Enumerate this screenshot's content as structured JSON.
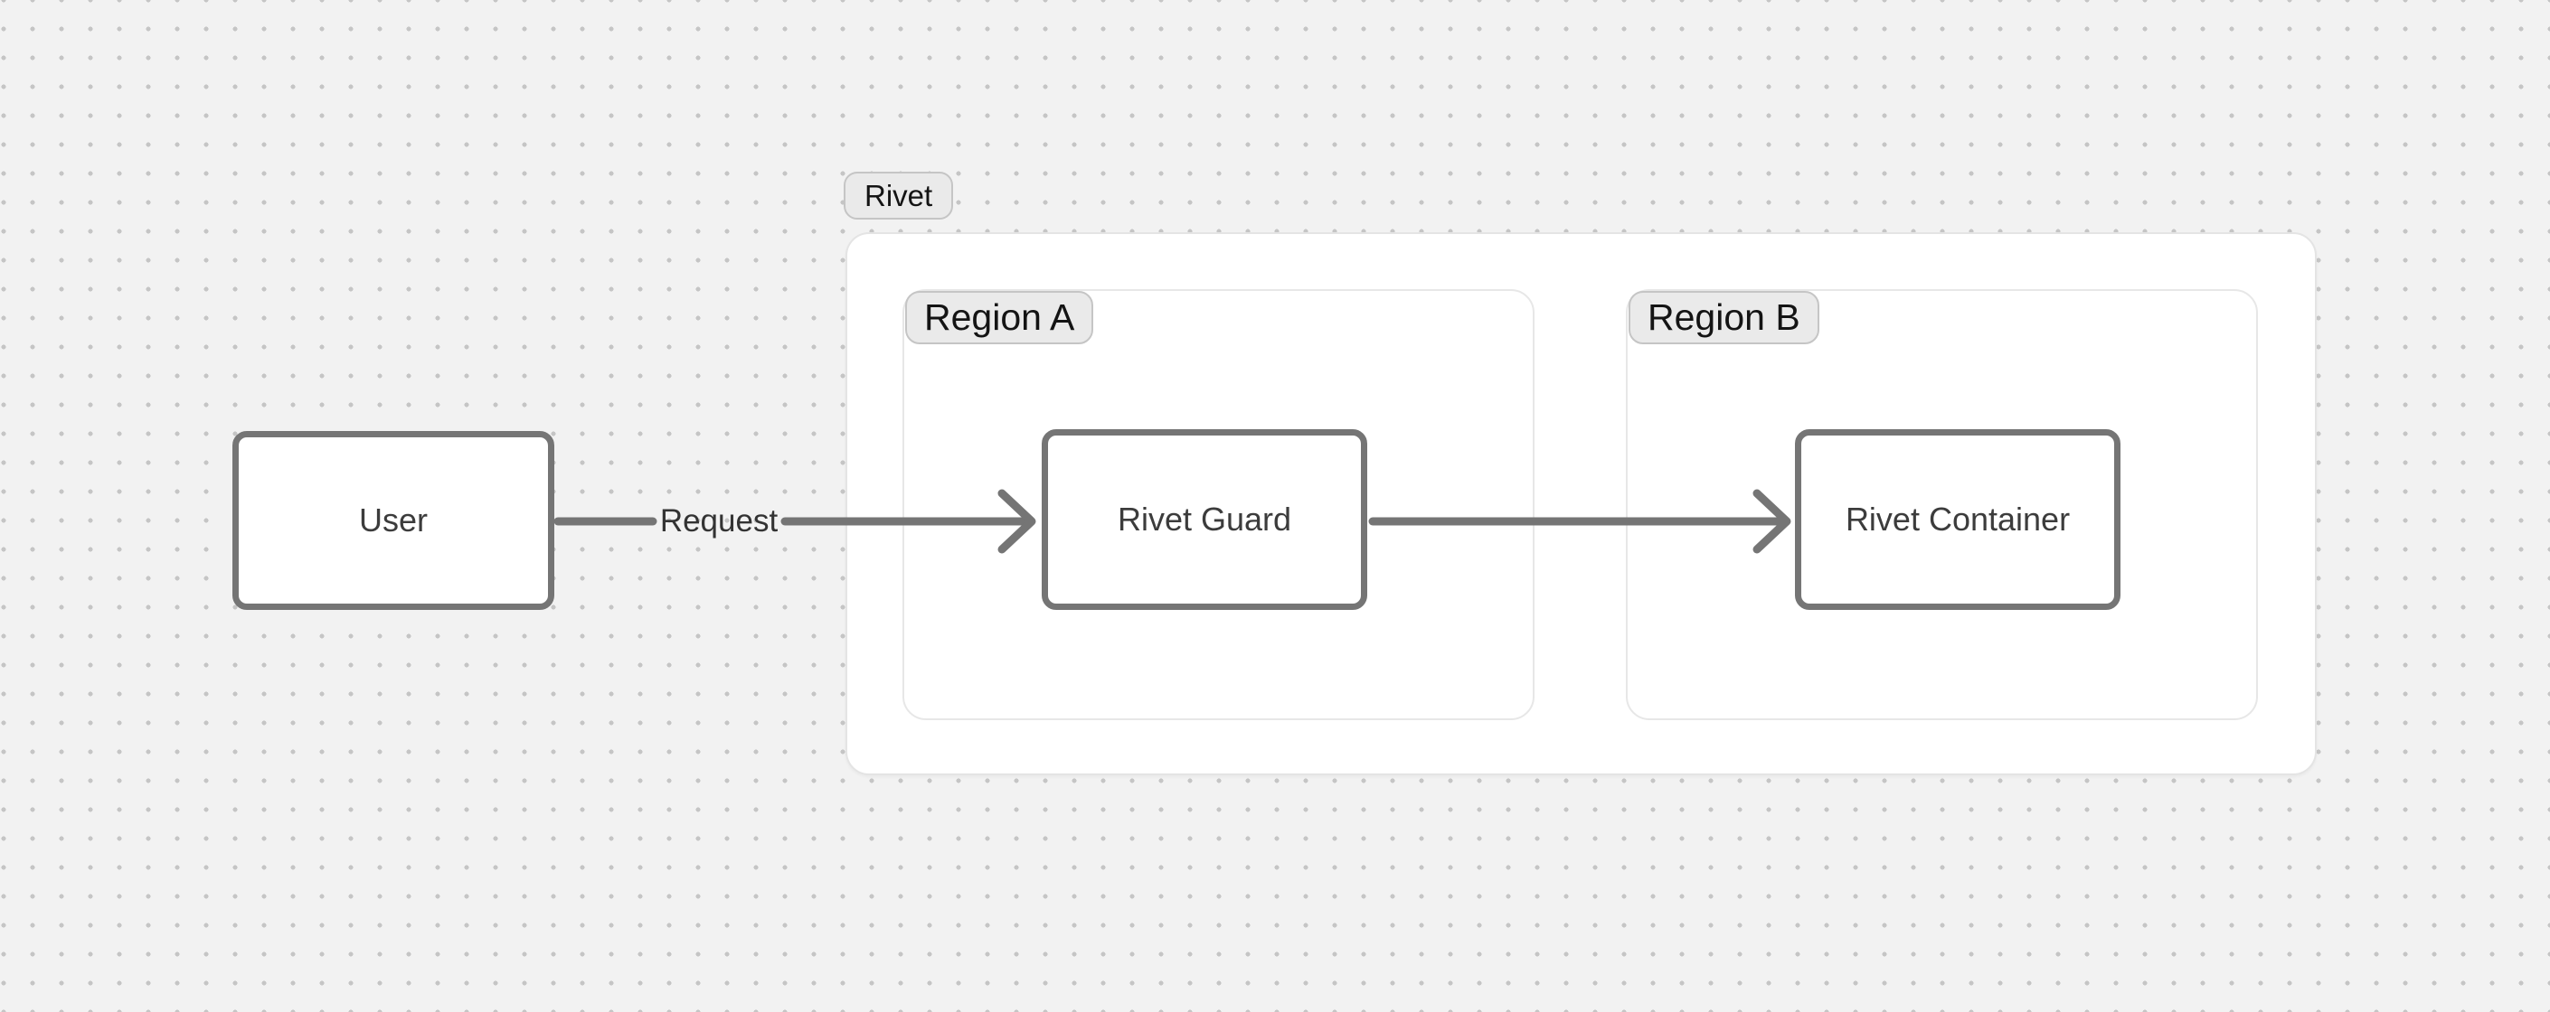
{
  "diagram": {
    "group": {
      "label": "Rivet"
    },
    "regions": [
      {
        "label": "Region A"
      },
      {
        "label": "Region B"
      }
    ],
    "nodes": [
      {
        "label": "User"
      },
      {
        "label": "Rivet Guard"
      },
      {
        "label": "Rivet Container"
      }
    ],
    "edges": [
      {
        "from": "User",
        "to": "Rivet Guard",
        "label": "Request"
      },
      {
        "from": "Rivet Guard",
        "to": "Rivet Container",
        "label": ""
      }
    ]
  },
  "colors": {
    "canvas_background": "#f2f2f2",
    "dot_grid": "#c5c5c5",
    "container_fill": "#ffffff",
    "container_border": "#e4e4e4",
    "region_border": "#e7e7e7",
    "pill_fill": "#eaeaea",
    "pill_border": "#c5c5c5",
    "pill_text": "#141414",
    "node_border": "#757575",
    "node_text": "#3c3c3c",
    "arrow": "#757575",
    "edge_label_text": "#333333"
  }
}
